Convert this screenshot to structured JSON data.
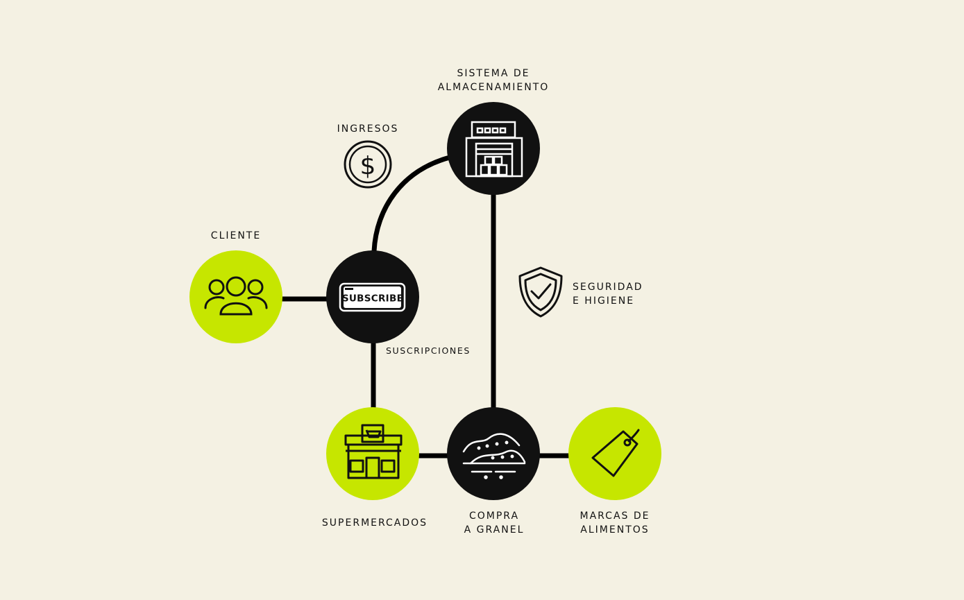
{
  "colors": {
    "background": "#f4f1e3",
    "dark": "#111111",
    "accent": "#c6e600",
    "line": "#000000"
  },
  "nodes": {
    "storage": {
      "line1": "SISTEMA DE",
      "line2": "ALMACENAMIENTO",
      "icon": "warehouse-icon"
    },
    "income": {
      "label": "INGRESOS",
      "icon": "dollar-coin-icon"
    },
    "client": {
      "label": "CLIENTE",
      "icon": "people-group-icon"
    },
    "subscribe": {
      "badge": "SUBSCRIBE",
      "icon": "subscribe-button-icon"
    },
    "subscriptions": {
      "label": "SUSCRIPCIONES"
    },
    "safety": {
      "line1": "SEGURIDAD",
      "line2": "E HIGIENE",
      "icon": "shield-check-icon"
    },
    "supermarkets": {
      "label": "SUPERMERCADOS",
      "icon": "store-icon"
    },
    "bulk": {
      "line1": "COMPRA",
      "line2": "A GRANEL",
      "icon": "bulk-grain-icon"
    },
    "brands": {
      "line1": "MARCAS DE",
      "line2": "ALIMENTOS",
      "icon": "price-tag-icon"
    }
  }
}
